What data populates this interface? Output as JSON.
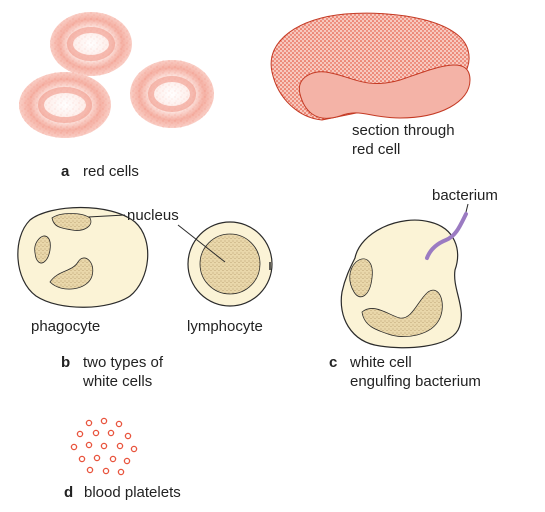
{
  "colors": {
    "red_cell": "#e8533c",
    "red_section": "#f4b3a7",
    "white_cell_fill": "#fbf3d6",
    "nucleus_fill": "#e6d3a6",
    "bacterium": "#9b7bc2",
    "outline": "#2b2b2b",
    "platelet": "#e8533c"
  },
  "panel_a": {
    "letter": "a",
    "caption": "red cells",
    "section_label_line1": "section through",
    "section_label_line2": "red cell"
  },
  "panel_b": {
    "letter": "b",
    "caption_line1": "two types of",
    "caption_line2": "white cells",
    "nucleus_label": "nucleus",
    "phagocyte_label": "phagocyte",
    "lymphocyte_label": "lymphocyte"
  },
  "panel_c": {
    "letter": "c",
    "caption_line1": "white cell",
    "caption_line2": "engulfing bacterium",
    "bacterium_label": "bacterium"
  },
  "panel_d": {
    "letter": "d",
    "caption": "blood platelets"
  }
}
